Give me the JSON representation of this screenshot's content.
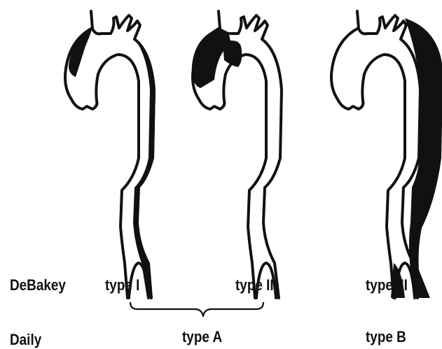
{
  "labels": {
    "debakey_row": "DeBakey",
    "daily_row": "Daily",
    "debakey_type_1": "type I",
    "debakey_type_2": "type II",
    "debakey_type_3": "type III",
    "daily_type_a": "type A",
    "daily_type_b": "type B"
  },
  "colors": {
    "ink": "#111111",
    "background": "#ffffff"
  },
  "icons": {
    "aorta_1": "aorta-diagram-type-1",
    "aorta_2": "aorta-diagram-type-2",
    "aorta_3": "aorta-diagram-type-3",
    "group_bracket": "curly-brace"
  }
}
